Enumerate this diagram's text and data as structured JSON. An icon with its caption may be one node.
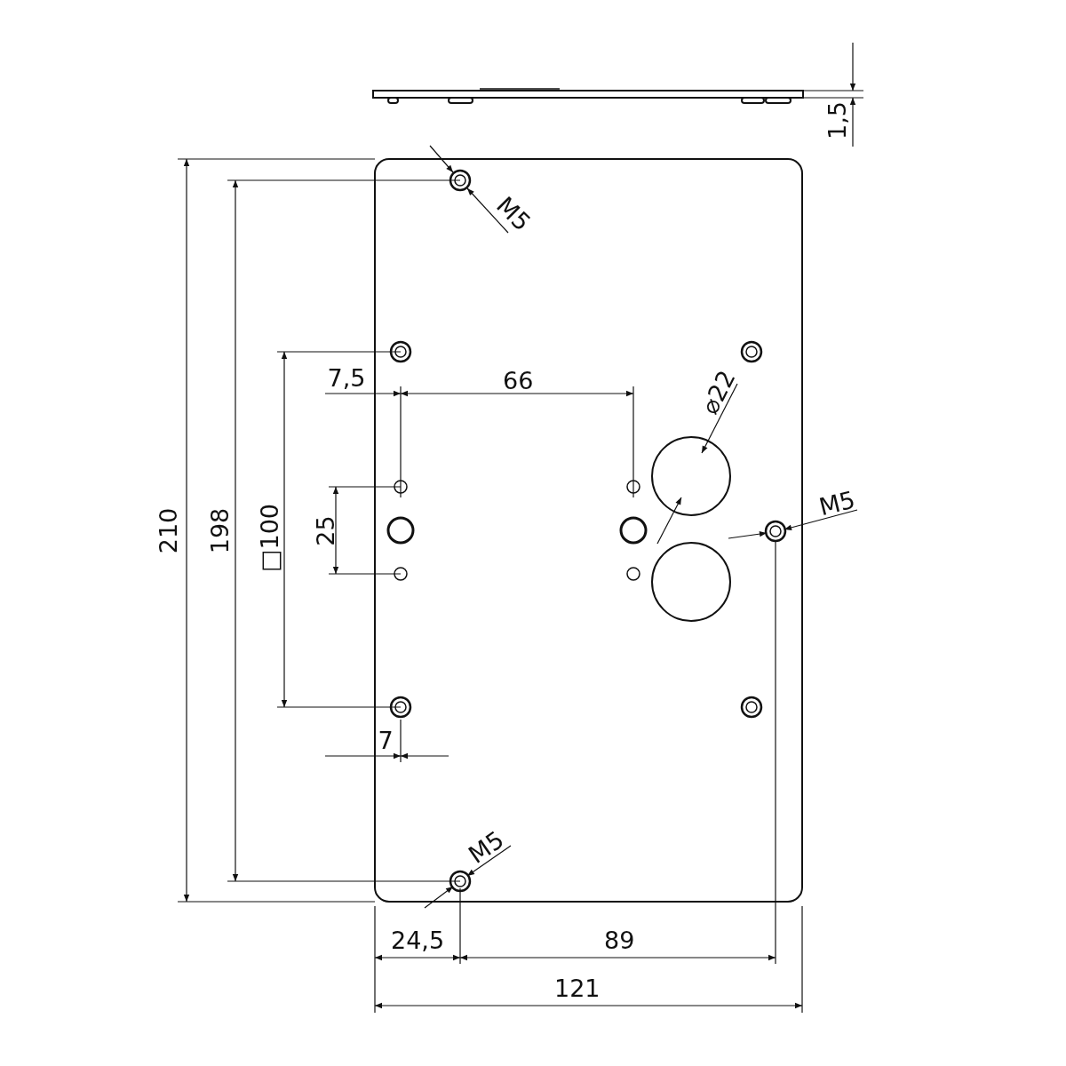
{
  "diagram": {
    "labels": [
      "1,5",
      "M5",
      "7,5",
      "66",
      "⌀22",
      "M5",
      "25",
      "□100",
      "198",
      "210",
      "7",
      "M5",
      "24,5",
      "89",
      "121"
    ]
  }
}
